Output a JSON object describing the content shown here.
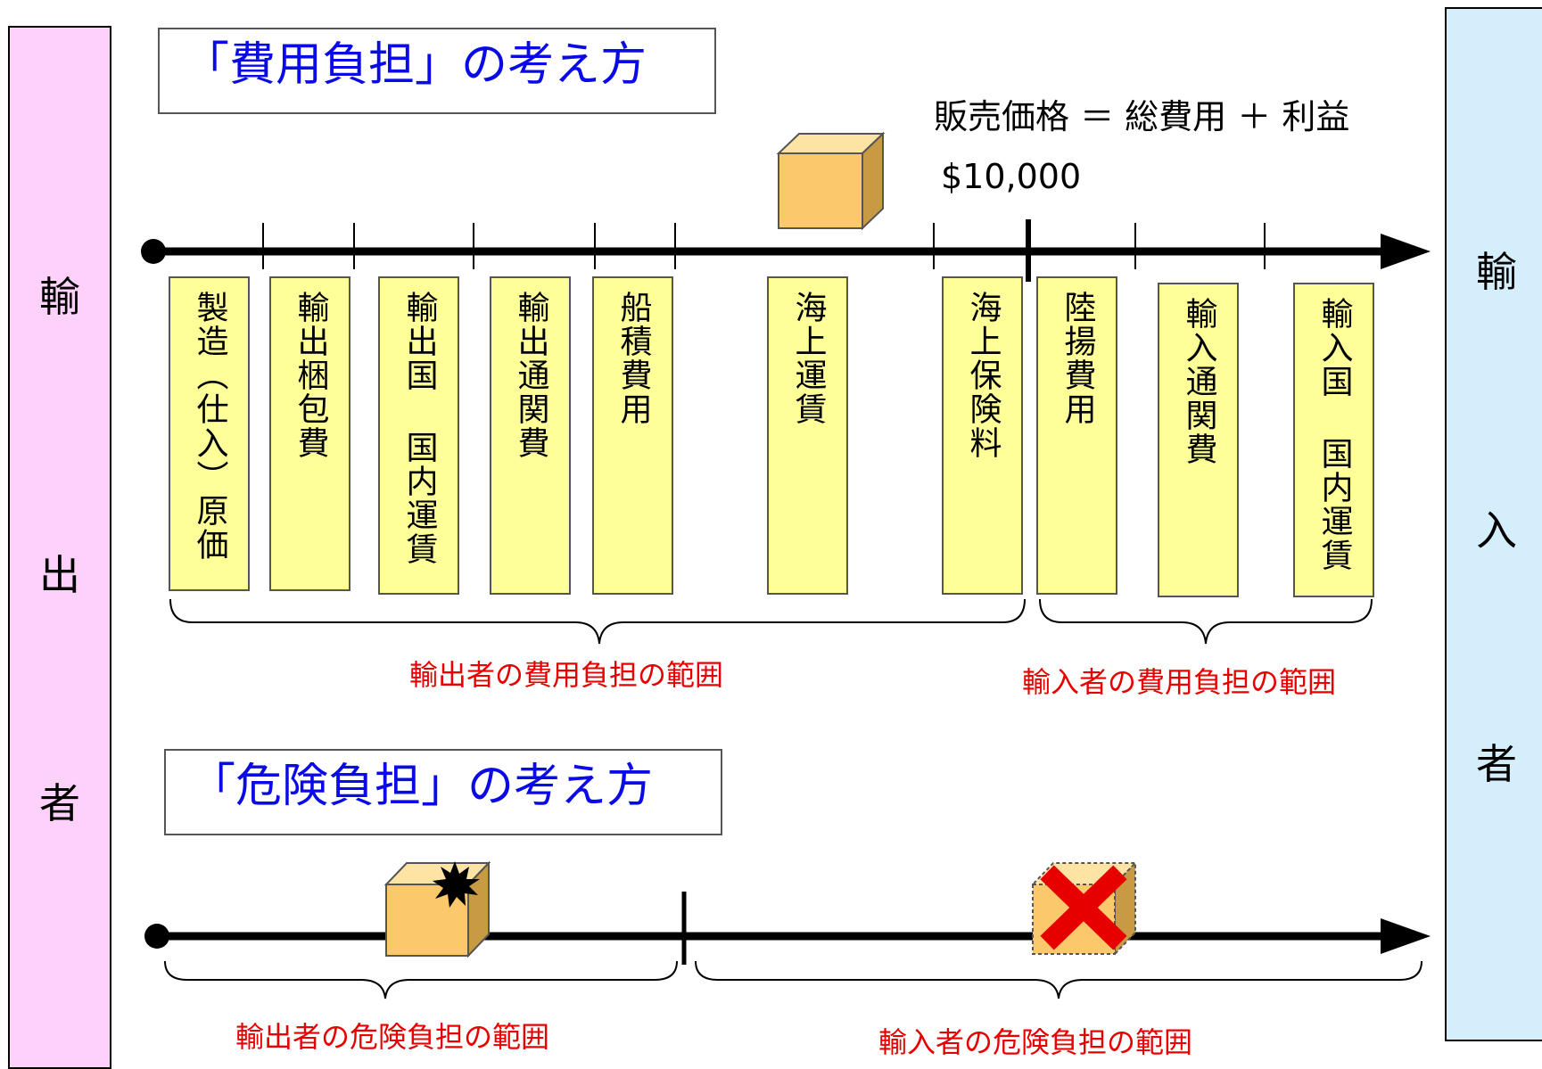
{
  "exporter_side": {
    "chars": [
      "輸",
      "出",
      "者"
    ]
  },
  "importer_side": {
    "chars": [
      "輸",
      "入",
      "者"
    ]
  },
  "cost_section": {
    "title": "「費用負担」の考え方",
    "price_formula": "販売価格 ＝ 総費用 ＋ 利益",
    "price_value": "$10,000",
    "items": [
      "製造（仕入）原価",
      "輸出梱包費",
      "輸出国 国内運賃",
      "輸出通関費",
      "船積費用",
      "海上運賃",
      "海上保険料",
      "陸揚費用",
      "輸入通関費",
      "輸入国 国内運賃"
    ],
    "export_range_label": "輸出者の費用負担の範囲",
    "import_range_label": "輸入者の費用負担の範囲"
  },
  "risk_section": {
    "title": "「危険負担」の考え方",
    "export_range_label": "輸出者の危険負担の範囲",
    "import_range_label": "輸入者の危険負担の範囲"
  },
  "colors": {
    "exporter_bg": "#fdd1f9",
    "importer_bg": "#d5eefc",
    "title_text": "#0a0ae6",
    "range_text": "#e60000",
    "cost_box": "#ffff99",
    "cargo_box": "#fbc96b"
  },
  "icons": [
    "cargo-box-icon",
    "damaged-cargo-icon",
    "lost-cargo-icon",
    "explosion-icon",
    "cross-mark-icon"
  ]
}
